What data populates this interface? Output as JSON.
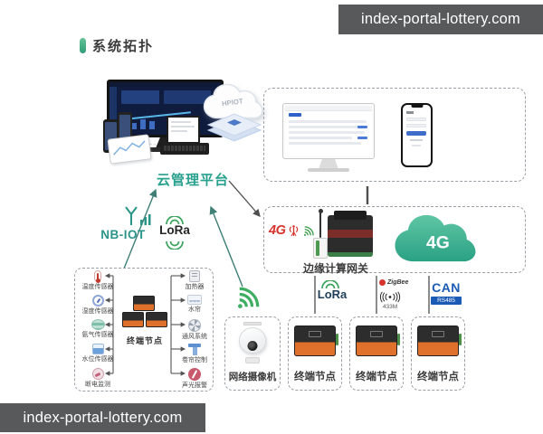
{
  "watermarks": {
    "top_right": "index-portal-lottery.com",
    "bottom_left": "index-portal-lottery.com"
  },
  "header": {
    "title": "系统拓扑"
  },
  "platform": {
    "label": "云管理平台",
    "cloud_brand": "HPIOT"
  },
  "radio": {
    "nbiot_label": "NB-IOT",
    "lora_label": "LoRa"
  },
  "gateway": {
    "badge": "4G",
    "label": "边缘计算网关",
    "cloud_label": "4G"
  },
  "links": {
    "lora": {
      "label": "LoRa"
    },
    "zigbee": {
      "brand": "ZigBee",
      "freq": "433M"
    },
    "can": {
      "label": "CAN",
      "sub": "RS485"
    }
  },
  "bottom_row": [
    {
      "icon": "ptz-camera-icon",
      "label": "网络摄像机"
    },
    {
      "icon": "terminal-node-device",
      "label": "终端节点"
    },
    {
      "icon": "terminal-node-device",
      "label": "终端节点"
    },
    {
      "icon": "terminal-node-device",
      "label": "终端节点"
    }
  ],
  "cluster": {
    "center_label": "终端节点",
    "sensors": [
      {
        "icon": "thermometer-icon",
        "label": "温度传感器"
      },
      {
        "icon": "humidity-gauge-icon",
        "label": "湿度传感器"
      },
      {
        "icon": "ammonia-sensor-icon",
        "label": "氨气传感器"
      },
      {
        "icon": "water-level-icon",
        "label": "水位传感器"
      },
      {
        "icon": "power-cut-monitor-icon",
        "label": "断电监测"
      }
    ],
    "actuators": [
      {
        "icon": "heater-icon",
        "label": "加热器"
      },
      {
        "icon": "water-curtain-icon",
        "label": "水帘"
      },
      {
        "icon": "ventilation-fan-icon",
        "label": "通风系统"
      },
      {
        "icon": "roller-blind-icon",
        "label": "卷帘控制"
      },
      {
        "icon": "sound-light-alarm-icon",
        "label": "声光报警"
      }
    ]
  },
  "colors": {
    "accent_teal": "#28a08e",
    "cloud_green": "#3db392",
    "node_orange": "#e0712c",
    "zigbee_red": "#d6332c",
    "can_blue": "#1b5bb5",
    "watermark_bg": "#58595b",
    "dashed_border": "#9aa0a6"
  }
}
